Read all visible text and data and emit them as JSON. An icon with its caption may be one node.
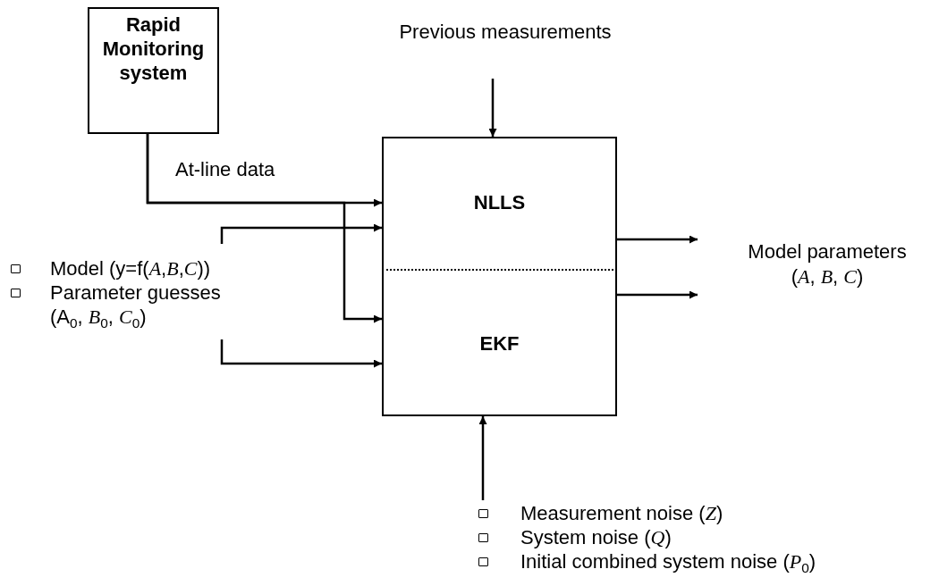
{
  "diagram": {
    "nodes": [
      {
        "text": [
          "Rapid Monitoring system"
        ]
      },
      {
        "text": [],
        "shape": "box"
      },
      {
        "text": [
          "NLLS"
        ],
        "in": 1
      },
      {
        "text": [
          "EKF"
        ],
        "in": 1
      },
      {
        "text": [
          "Previous measurements"
        ]
      },
      {
        "text": [
          "Model (y=f(*A*,*B*,*C*))",
          "Parameter guesses (A$_{0}$, *B*$_{0}$, *C*$_{0}$)"
        ]
      },
      {
        "text": [
          "Model parameters",
          "(*A*, *B*, *C*)"
        ]
      },
      {
        "text": [
          "Measurement noise (*Z*)",
          "System noise (*Q*)",
          "Initial combined system noise (*P*$_{0}$)"
        ]
      }
    ],
    "edges": [
      {
        "from": 0,
        "to": 2,
        "arrow": "to",
        "label": "At-line data"
      },
      {
        "from": 0,
        "to": 3,
        "arrow": "to"
      },
      {
        "from": 5,
        "to": 2,
        "arrow": "to"
      },
      {
        "from": 5,
        "to": 3,
        "arrow": "to"
      },
      {
        "from": 4,
        "to": 2,
        "arrow": "to"
      },
      {
        "from": 7,
        "to": 3,
        "arrow": "to"
      },
      {
        "from": 2,
        "to": 6,
        "arrow": "to"
      },
      {
        "from": 3,
        "to": 6,
        "arrow": "to"
      }
    ]
  }
}
